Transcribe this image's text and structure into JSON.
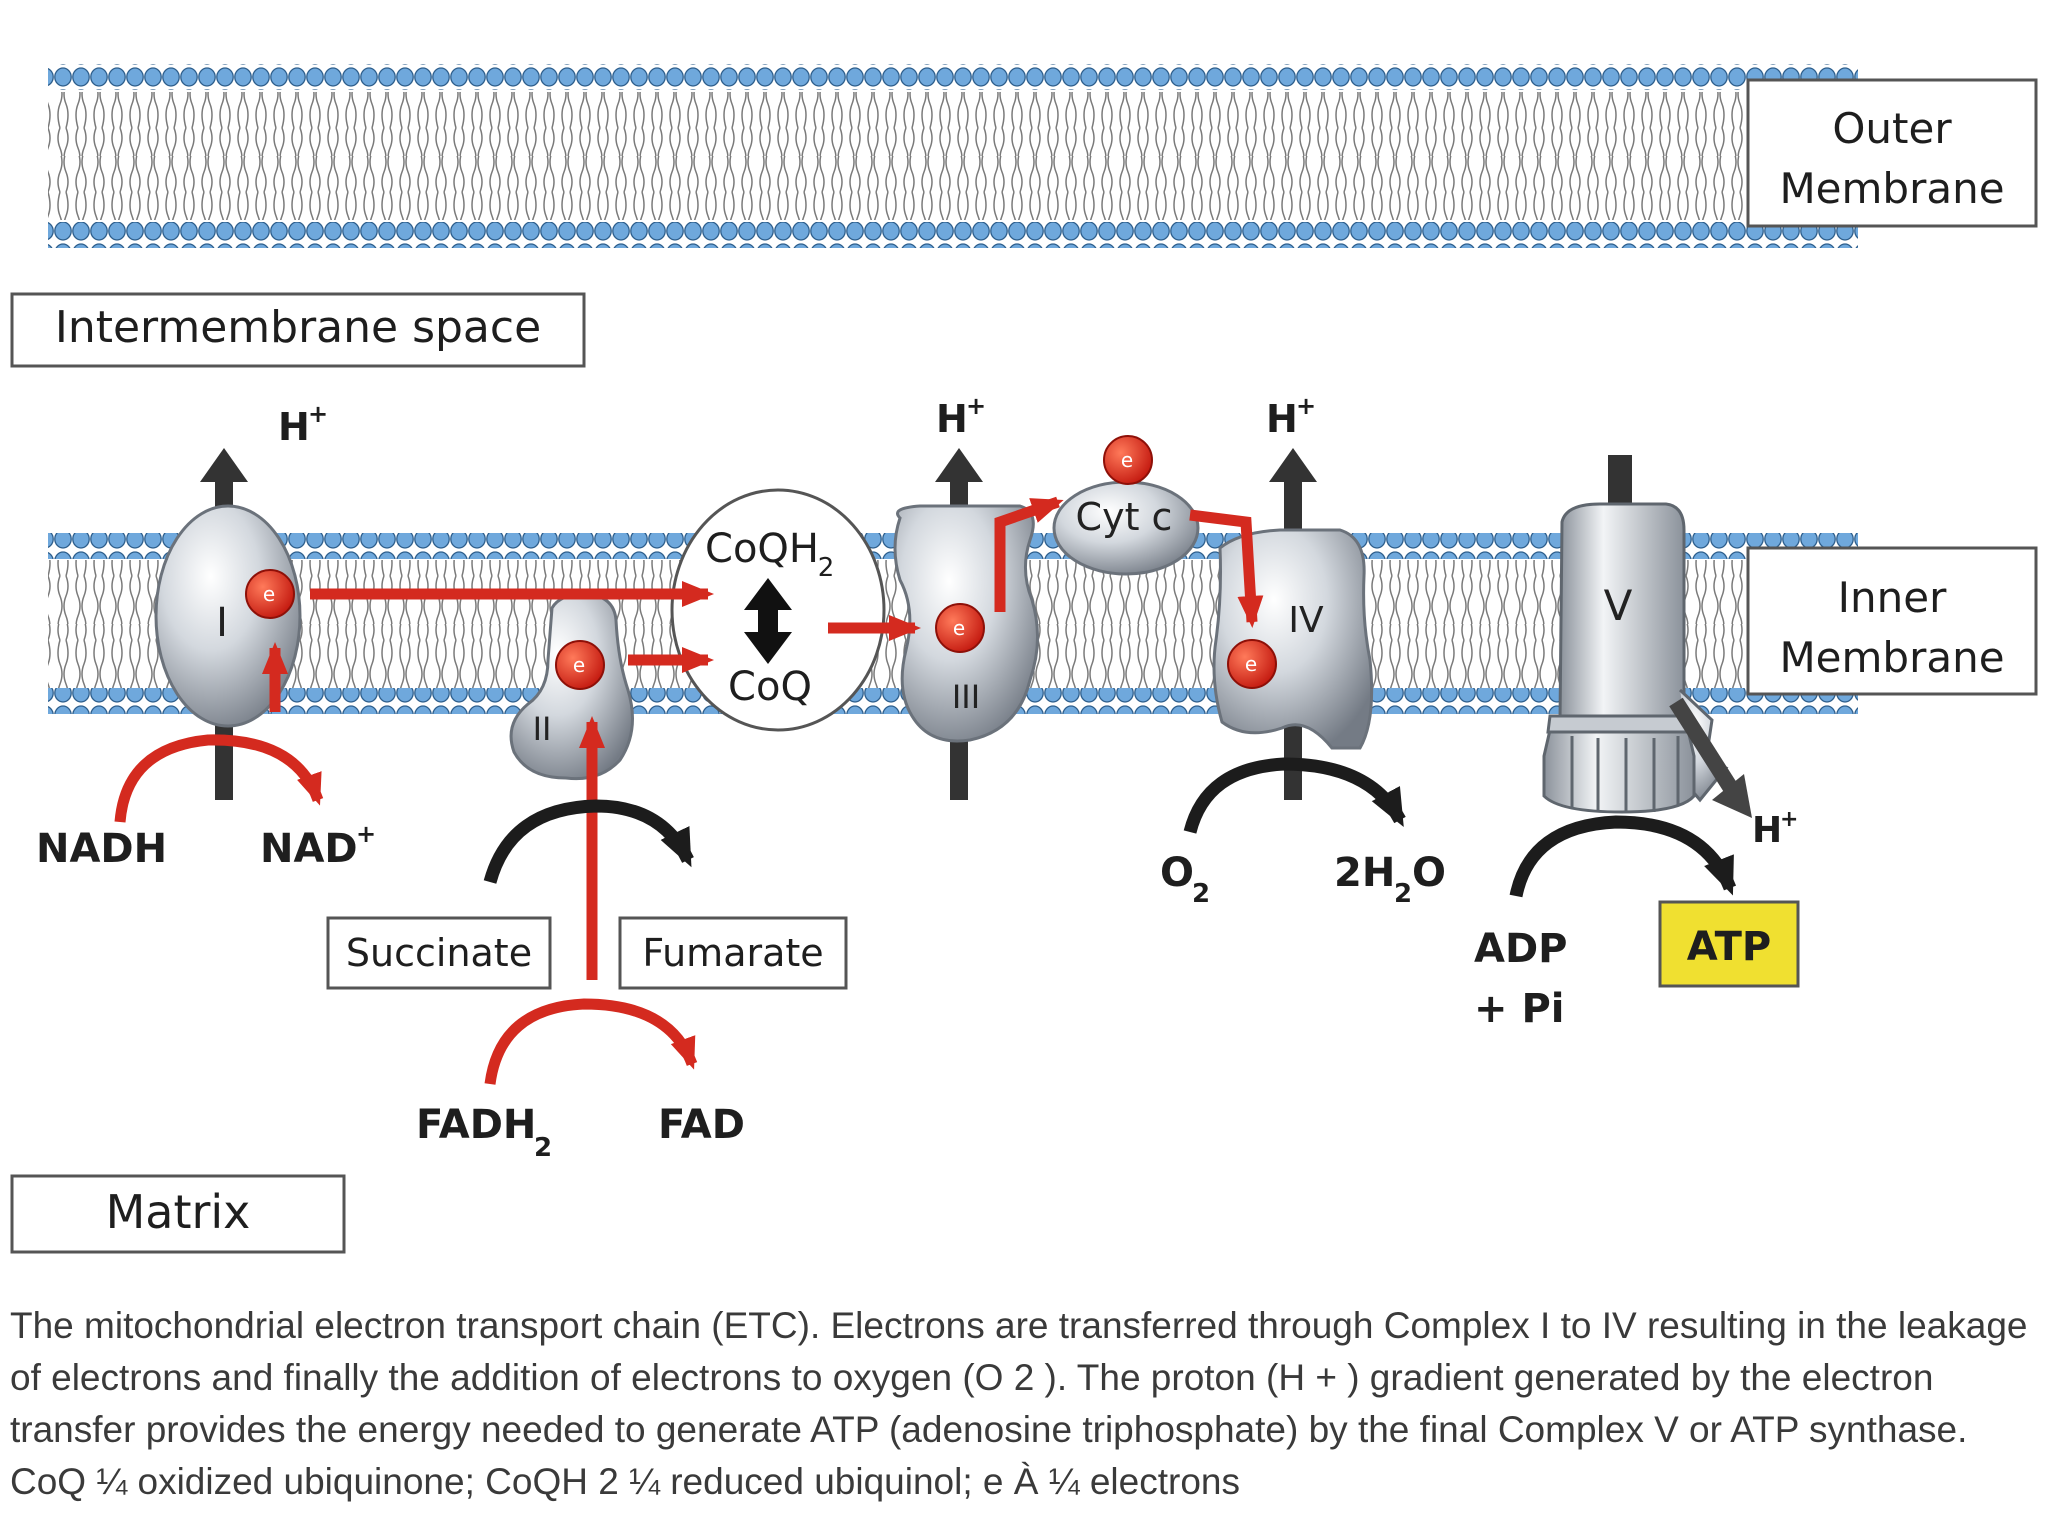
{
  "labels": {
    "outer_membrane_line1": "Outer",
    "outer_membrane_line2": "Membrane",
    "inner_membrane_line1": "Inner",
    "inner_membrane_line2": "Membrane",
    "intermembrane_space": "Intermembrane space",
    "matrix": "Matrix"
  },
  "complexes": {
    "c1": "I",
    "c2": "II",
    "c3": "III",
    "c4": "IV",
    "c5": "V"
  },
  "carriers": {
    "coqh2": "CoQH",
    "coqh2_sub": "2",
    "coq": "CoQ",
    "cytc": "Cyt c"
  },
  "electron": "e",
  "proton": {
    "base": "H",
    "sup": "+"
  },
  "reactions": {
    "nadh": "NADH",
    "nad_base": "NAD",
    "nad_sup": "+",
    "succinate": "Succinate",
    "fumarate": "Fumarate",
    "fadh2_base": "FADH",
    "fadh2_sub": "2",
    "fad": "FAD",
    "o2_base": "O",
    "o2_sub": "2",
    "h2o_a": "2H",
    "h2o_sub": "2",
    "h2o_b": "O",
    "adp_line1": "ADP",
    "adp_line2": "+ Pi",
    "atp": "ATP"
  },
  "caption": "The mitochondrial electron transport chain (ETC). Electrons are transferred through Complex I to IV resulting in the leakage of electrons and finally the addition of electrons to oxygen (O 2 ). The proton (H + ) gradient generated by the electron transfer provides the energy needed to generate ATP (adenosine triphosphate) by the final Complex V or ATP synthase. CoQ ¼ oxidized ubiquinone; CoQH 2 ¼ reduced ubiquinol; e À ¼ electrons",
  "colors": {
    "lipid_head": "#6fa8dc",
    "electron": "#e03020",
    "arrow_red": "#d42a1f",
    "arrow_dark": "#1c1c1c",
    "atp_box": "#f0e030",
    "complex_fill": "#b4bac2"
  }
}
